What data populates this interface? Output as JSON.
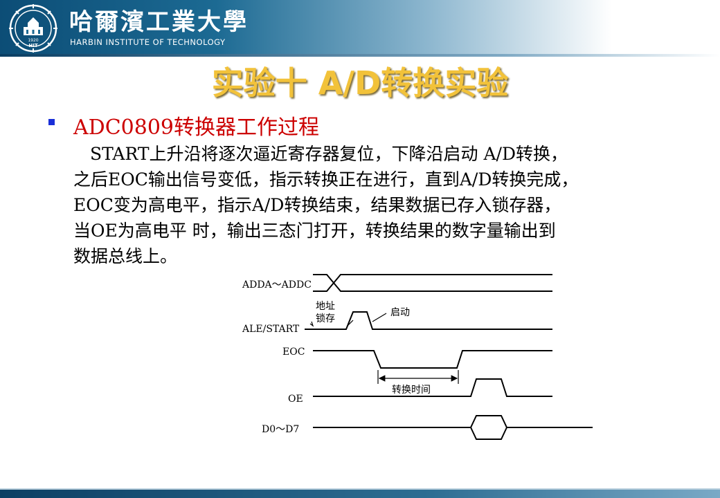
{
  "header": {
    "school_name_cn": "哈爾濱工業大學",
    "school_name_en": "HARBIN INSTITUTE OF TECHNOLOGY",
    "logo": {
      "icon": "hit-emblem-icon",
      "text": "HIT",
      "year": "1920"
    }
  },
  "slide": {
    "title": "实验十  A/D转换实验",
    "subtitle": "ADC0809转换器工作过程",
    "paragraph_lines": [
      "START上升沿将逐次逼近寄存器复位，下降沿启动 A/D转换，",
      "之后EOC输出信号变低，指示转换正在进行，直到A/D转换完成，",
      "EOC变为高电平，指示A/D转换结束，结果数据已存入锁存器，",
      "当OE为高电平 时，输出三态门打开，转换结果的数字量输出到",
      "数据总线上。"
    ]
  },
  "diagram": {
    "signals": {
      "adda": "ADDA～ADDC",
      "ale": "ALE/START",
      "eoc": "EOC",
      "oe": "OE",
      "data": "D0～D7"
    },
    "annotations": {
      "latch_1": "地址",
      "latch_2": "锁存",
      "start": "启动",
      "conversion_time": "转换时间"
    }
  },
  "colors": {
    "title": "#f2c23a",
    "subtitle": "#cc0000",
    "bullet": "#1a2fd8",
    "header_blue": "#0c4d76"
  }
}
